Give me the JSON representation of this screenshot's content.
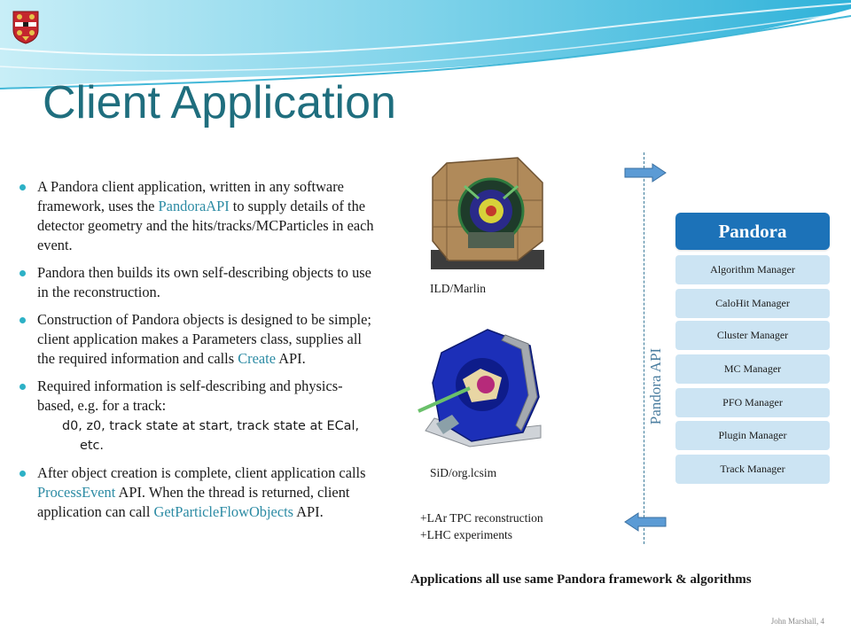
{
  "slide": {
    "title": "Client Application",
    "bullets": [
      {
        "parts": [
          "A Pandora client application, written in any software framework, uses the ",
          "PandoraAPI",
          " to supply details of the detector geometry and the hits/tracks/MCParticles in each event."
        ]
      },
      {
        "parts": [
          "Pandora then builds its own self-describing objects to use in the reconstruction."
        ]
      },
      {
        "parts": [
          "Construction of Pandora objects is designed to be simple; client application makes a Parameters class, supplies all the required information and calls ",
          "Create",
          " API."
        ]
      },
      {
        "parts": [
          "Required information is self-describing and physics-based, e.g. for a track:"
        ],
        "code": "d0, z0, track state at start, track state at ECal, etc."
      },
      {
        "parts": [
          "After object creation is complete, client application calls ",
          "ProcessEvent",
          " API. When the thread is returned, client application can call ",
          "GetParticleFlowObjects",
          " API."
        ]
      }
    ],
    "captions": {
      "ild": "ILD/Marlin",
      "sid": "SiD/org.lcsim",
      "lar": "+LAr  TPC reconstruction",
      "lhc": "+LHC experiments"
    },
    "api_label": "Pandora API",
    "pandora": {
      "title": "Pandora",
      "managers": [
        "Algorithm Manager",
        "CaloHit Manager",
        "Cluster Manager",
        "MC Manager",
        "PFO Manager",
        "Plugin Manager",
        "Track Manager"
      ]
    },
    "bottom_note": "Applications all use same Pandora framework & algorithms",
    "footer": "John Marshall, 4"
  },
  "colors": {
    "title": "#1f6e7e",
    "highlight": "#2c8ba4",
    "bullet": "#2db1c6",
    "pandora_header": "#1c72b8",
    "manager_box": "#cce4f3",
    "arrow": "#5b9bd5"
  }
}
